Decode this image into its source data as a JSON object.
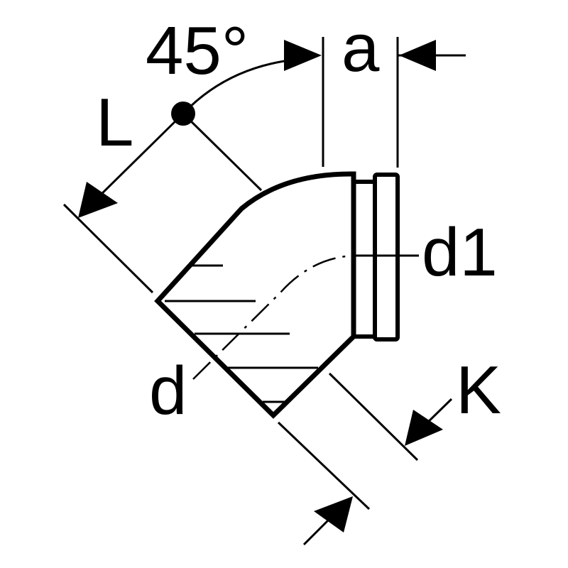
{
  "diagram": {
    "labels": {
      "angle": "45°",
      "a": "a",
      "L": "L",
      "d1": "d1",
      "d": "d",
      "K": "K"
    },
    "colors": {
      "stroke": "#000000",
      "background": "#ffffff"
    }
  }
}
